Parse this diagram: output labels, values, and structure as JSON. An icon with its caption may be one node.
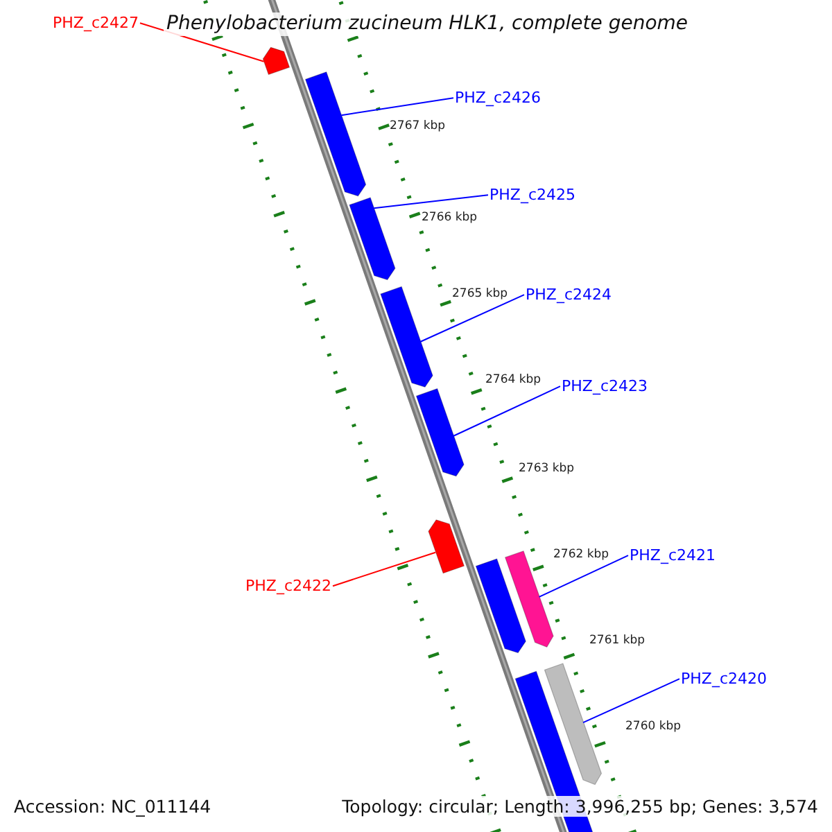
{
  "diagram": {
    "title": "Phenylobacterium zucineum HLK1, complete genome",
    "nodes": [
      {
        "text": [
          "PHZ_c2427"
        ]
      },
      {
        "text": [],
        "shape": "bar"
      },
      {
        "text": [
          "PHZ_c2426"
        ]
      },
      {
        "text": [],
        "shape": "bar"
      },
      {
        "text": [
          "PHZ_c2425"
        ]
      },
      {
        "text": [],
        "shape": "bar"
      },
      {
        "text": [
          "PHZ_c2424"
        ]
      },
      {
        "text": [],
        "shape": "bar"
      },
      {
        "text": [
          "PHZ_c2423"
        ]
      },
      {
        "text": [],
        "shape": "bar"
      },
      {
        "text": [
          "PHZ_c2421"
        ]
      },
      {
        "text": [],
        "shape": "bar"
      },
      {
        "text": [
          "PHZ_c2422"
        ]
      },
      {
        "text": [],
        "shape": "bar"
      },
      {
        "text": [
          "PHZ_c2420"
        ]
      },
      {
        "text": [],
        "shape": "bar"
      },
      {
        "text": [],
        "shape": "bar"
      },
      {
        "text": [],
        "shape": "bar"
      }
    ],
    "edges": [
      {
        "from": 0,
        "to": 1,
        "arrow": "none",
        "color": "#ff0000"
      },
      {
        "from": 2,
        "to": 3,
        "arrow": "none"
      },
      {
        "from": 4,
        "to": 5,
        "arrow": "none"
      },
      {
        "from": 6,
        "to": 7,
        "arrow": "none"
      },
      {
        "from": 8,
        "to": 9,
        "arrow": "none"
      },
      {
        "from": 10,
        "to": 11,
        "arrow": "none"
      },
      {
        "from": 12,
        "to": 13,
        "arrow": "none",
        "color": "#ff0000"
      },
      {
        "from": 14,
        "to": 15,
        "arrow": "none"
      }
    ],
    "labels": [
      "2767 kbp",
      "2766 kbp",
      "2765 kbp",
      "2764 kbp",
      "2763 kbp",
      "2762 kbp",
      "2761 kbp",
      "2760 kbp",
      "Accession: NC_011144",
      "Topology: circular; Length: 3,996,255 bp; Genes: 3,574"
    ]
  }
}
